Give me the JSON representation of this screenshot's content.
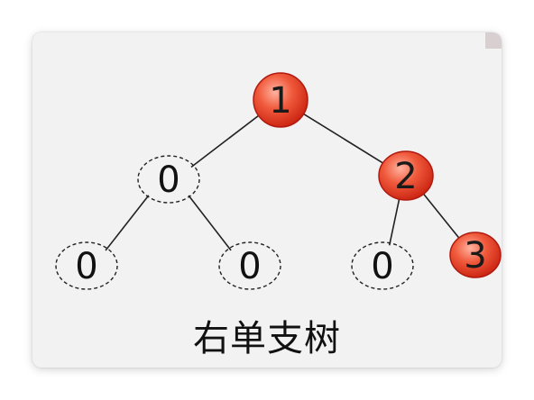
{
  "diagram": {
    "caption": "右单支树",
    "colors": {
      "highlight_node_fill": "#e8402a",
      "highlight_node_stroke": "#b01a10",
      "plain_node_stroke": "#222222",
      "edge": "#222222",
      "card_background": "#f2f2f2"
    },
    "nodes": [
      {
        "id": "root",
        "label": "1",
        "style": "highlight"
      },
      {
        "id": "left",
        "label": "0",
        "style": "dashed"
      },
      {
        "id": "right",
        "label": "2",
        "style": "highlight"
      },
      {
        "id": "left-left",
        "label": "0",
        "style": "dashed"
      },
      {
        "id": "left-right",
        "label": "0",
        "style": "dashed"
      },
      {
        "id": "right-left",
        "label": "0",
        "style": "dashed"
      },
      {
        "id": "right-right",
        "label": "3",
        "style": "highlight"
      }
    ],
    "edges": [
      [
        "root",
        "left"
      ],
      [
        "root",
        "right"
      ],
      [
        "left",
        "left-left"
      ],
      [
        "left",
        "left-right"
      ],
      [
        "right",
        "right-left"
      ],
      [
        "right",
        "right-right"
      ]
    ]
  }
}
